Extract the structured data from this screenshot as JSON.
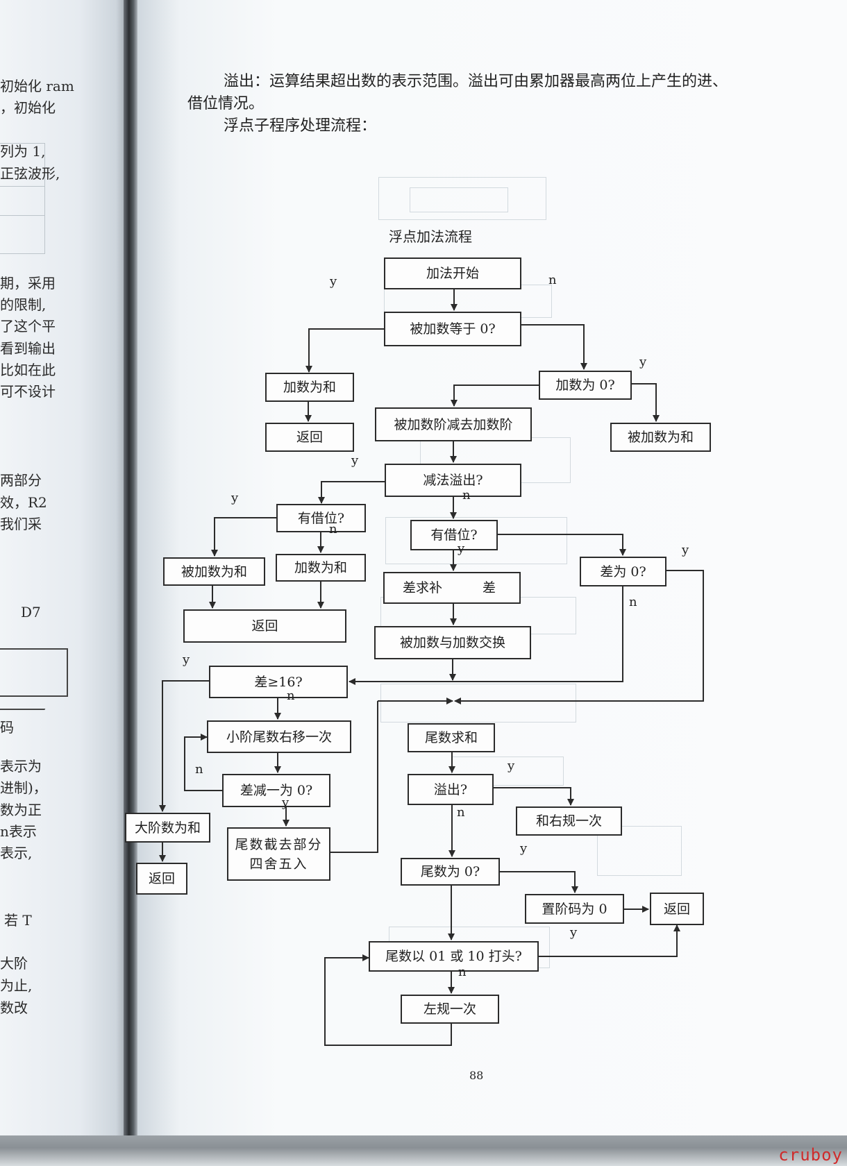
{
  "left_page_edge": {
    "lines": [
      "初始化 ram",
      "，初始化",
      "列为 1,",
      "正弦波形,",
      "期，采用",
      "的限制,",
      "了这个平",
      "看到输出",
      "比如在此",
      "可不设计",
      "两部分",
      "效，R2",
      "我们采",
      "D7",
      "码",
      "表示为",
      "进制)，",
      "数为正",
      "n表示",
      "表示,",
      "若 T",
      "大阶",
      "为止,",
      "数改"
    ]
  },
  "intro": {
    "overflow_def": "溢出：运算结果超出数的表示范围。溢出可由累加器最高两位上产生的进、",
    "overflow_def_cont": "借位情况。",
    "flow_intro": "浮点子程序处理流程："
  },
  "flowchart": {
    "title": "浮点加法流程",
    "nodes": {
      "start": "加法开始",
      "augend_zero_q": "被加数等于 0?",
      "addend_is_sum_1": "加数为和",
      "return_1": "返回",
      "addend_zero_q": "加数为 0?",
      "augend_is_sum_1": "被加数为和",
      "exp_subtract": "被加数阶减去加数阶",
      "sub_overflow_q": "减法溢出?",
      "borrow_q_1": "有借位?",
      "augend_is_sum_2": "被加数为和",
      "addend_is_sum_2": "加数为和",
      "return_2": "返回",
      "borrow_q_2": "有借位?",
      "diff_complement": "差求补",
      "diff_complement_target": "差",
      "diff_zero_q": "差为 0?",
      "swap": "被加数与加数交换",
      "diff_ge16_q": "差≥16?",
      "shift_right": "小阶尾数右移一次",
      "diff_dec_q": "差减一为 0?",
      "large_exp_sum": "大阶数为和",
      "return_3": "返回",
      "truncate_round": "尾数截去部分四舍五入",
      "mantissa_sum": "尾数求和",
      "overflow_q": "溢出?",
      "right_normalize": "和右规一次",
      "mantissa_zero_q": "尾数为 0?",
      "set_exp_zero": "置阶码为 0",
      "return_4": "返回",
      "lead_bits_q": "尾数以 01 或 10 打头?",
      "left_normalize": "左规一次"
    },
    "labels": {
      "y": "y",
      "n": "n"
    }
  },
  "page_number": "88",
  "watermark": "cruboy"
}
